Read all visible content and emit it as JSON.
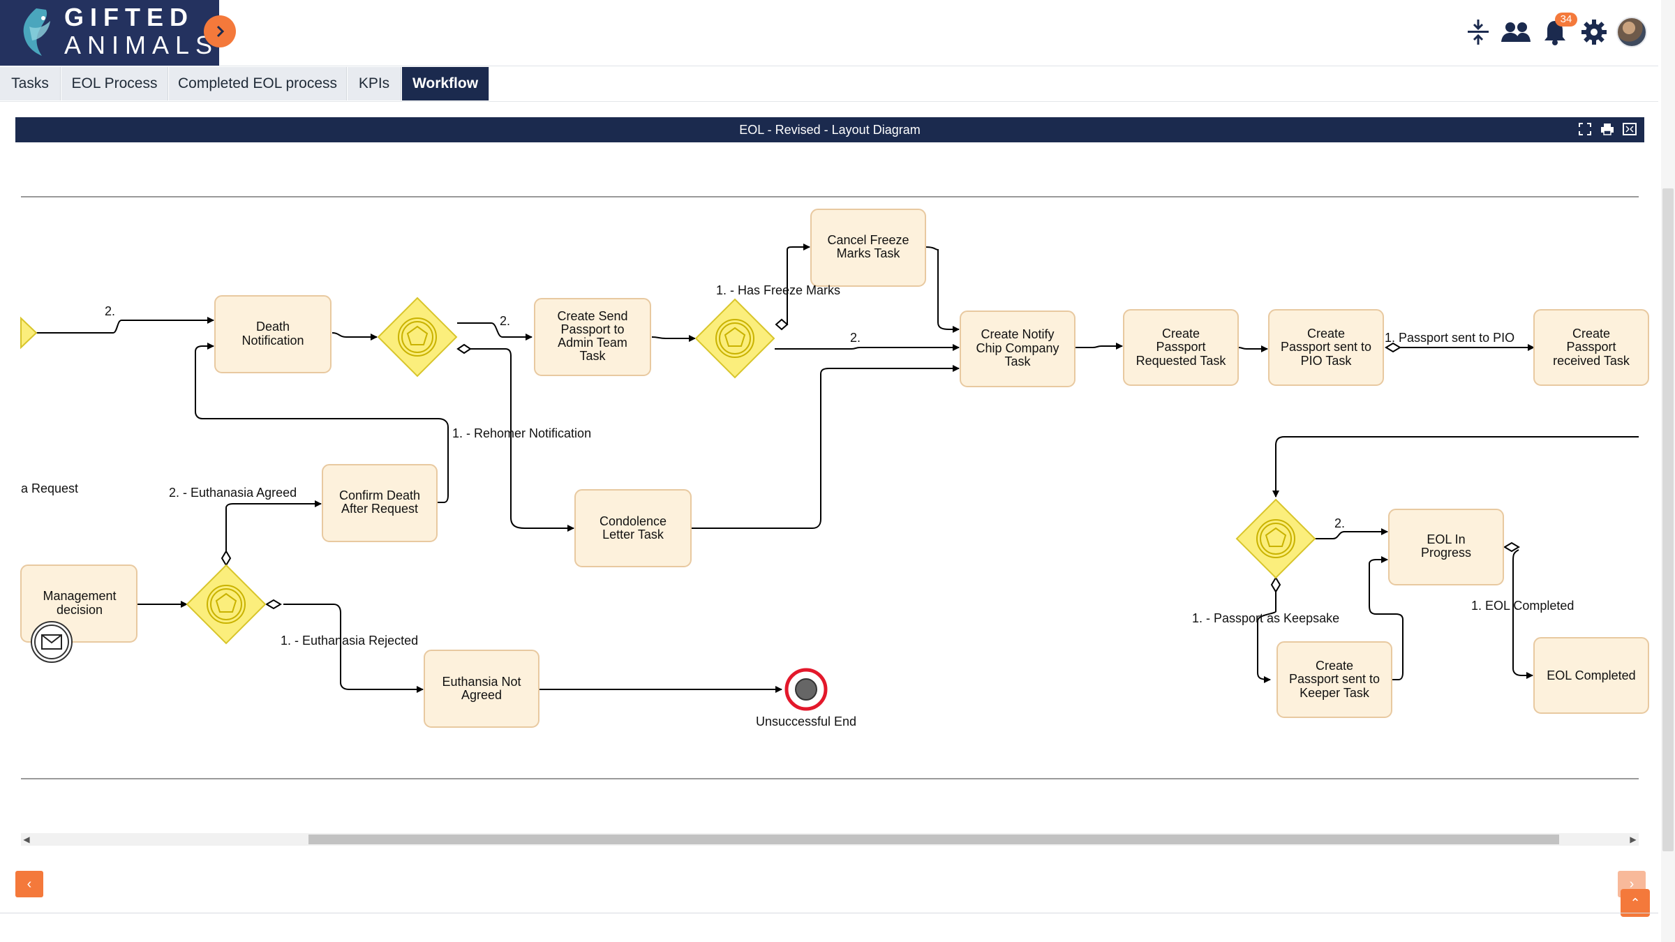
{
  "app": {
    "logo_line1": "GIFTED",
    "logo_line2": "ANIMALS",
    "notification_count": "34"
  },
  "header": {
    "icons": [
      "compress-icon",
      "users-icon",
      "bell-icon",
      "gear-icon",
      "avatar"
    ]
  },
  "tabs": [
    {
      "label": "Tasks"
    },
    {
      "label": "EOL Process"
    },
    {
      "label": "Completed EOL process"
    },
    {
      "label": "KPIs"
    },
    {
      "label": "Workflow",
      "active": true
    }
  ],
  "diagram": {
    "title": "EOL - Revised - Layout Diagram",
    "tasks": {
      "death_notification": [
        "Death",
        "Notification"
      ],
      "create_send_passport": [
        "Create Send",
        "Passport to",
        "Admin Team",
        "Task"
      ],
      "cancel_freeze": [
        "Cancel Freeze",
        "Marks Task"
      ],
      "create_notify_chip": [
        "Create Notify",
        "Chip Company",
        "Task"
      ],
      "create_passport_requested": [
        "Create",
        "Passport",
        "Requested Task"
      ],
      "create_passport_pio": [
        "Create",
        "Passport sent to",
        "PIO Task"
      ],
      "create_passport_received": [
        "Create",
        "Passport",
        "received Task"
      ],
      "confirm_death": [
        "Confirm Death",
        "After Request"
      ],
      "condolence": [
        "Condolence",
        "Letter Task"
      ],
      "management_decision": [
        "Management",
        "decision"
      ],
      "euthanasia_not_agreed": [
        "Euthansia Not",
        "Agreed"
      ],
      "eol_in_progress": [
        "EOL In",
        "Progress"
      ],
      "create_passport_keeper": [
        "Create",
        "Passport sent to",
        "Keeper Task"
      ],
      "eol_completed": [
        "EOL Completed"
      ]
    },
    "edge_labels": {
      "l2a": "2.",
      "l2b": "2.",
      "l2c": "2.",
      "l2d": "2.",
      "has_freeze": "1. - Has Freeze Marks",
      "rehomer": "1. - Rehomer Notification",
      "euth_agreed": "2. - Euthanasia Agreed",
      "euth_rejected": "1. - Euthanasia Rejected",
      "request_partial": "a Request",
      "passport_sent_pio": "1. Passport sent to PIO",
      "passport_keepsake": "1. - Passport as Keepsake",
      "eol_completed_label": "1. EOL Completed"
    },
    "end_event": "Unsuccessful End"
  },
  "colors": {
    "navy": "#1b2a4e",
    "accent": "#f4793b",
    "task_fill": "#fdf1dc",
    "task_stroke": "#e8c9a0",
    "gateway_fill": "#fbee7c",
    "gateway_stroke": "#d8c52b",
    "end_ring": "#e3182b"
  }
}
